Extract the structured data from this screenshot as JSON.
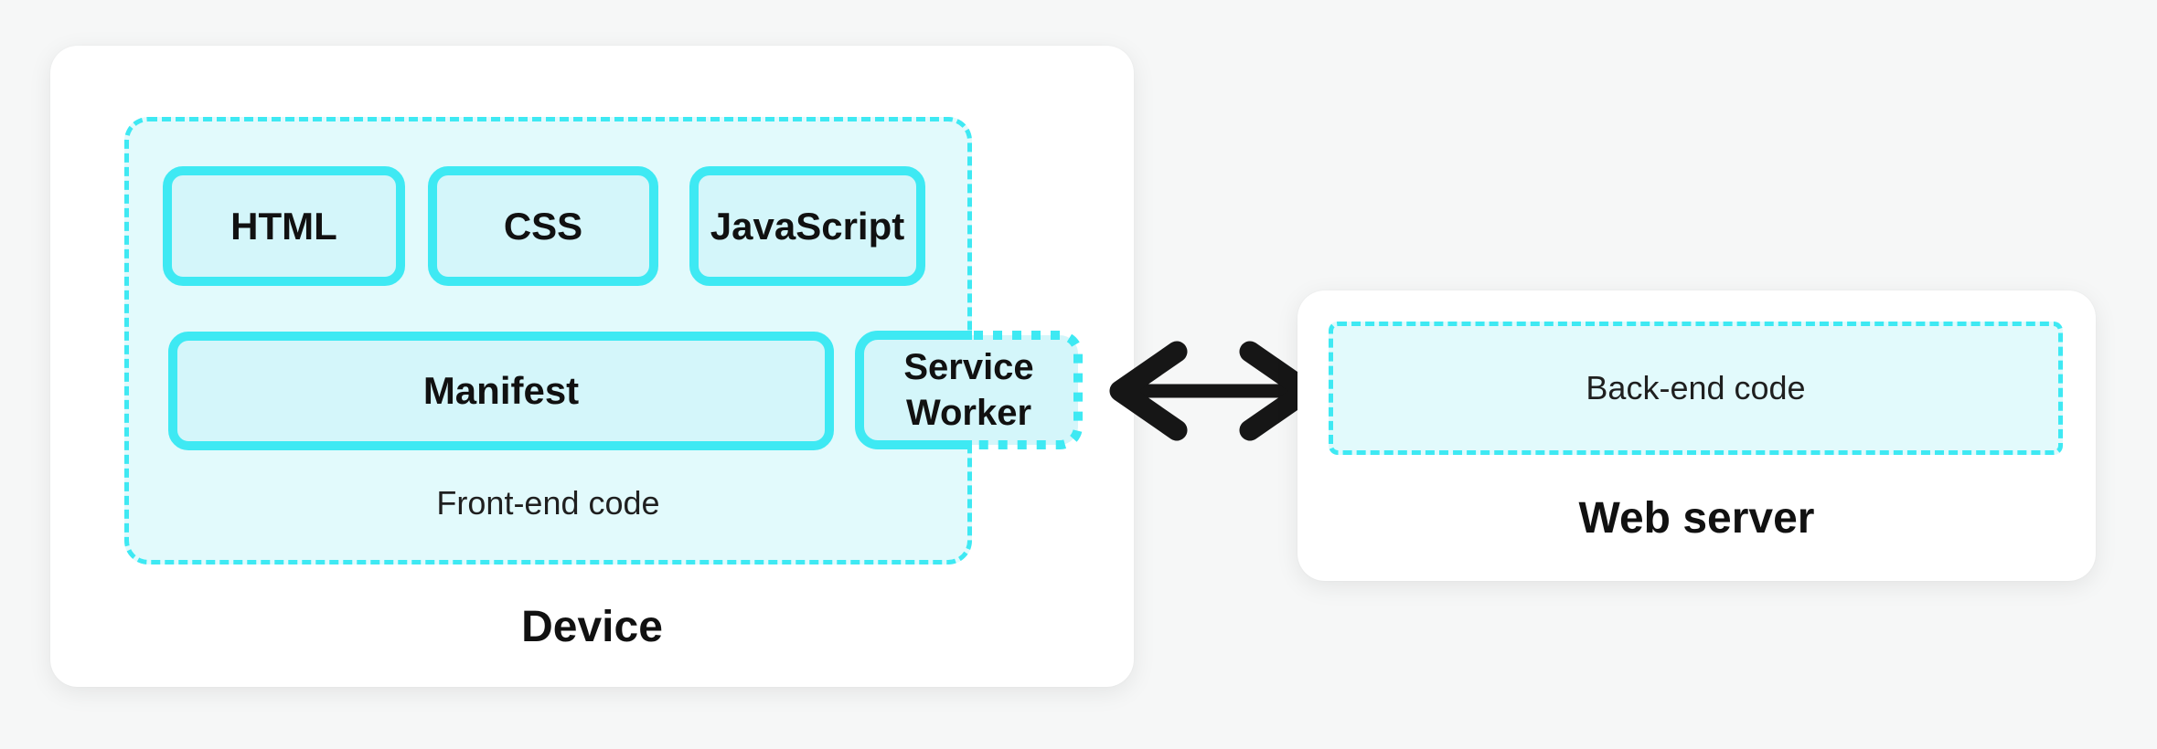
{
  "device": {
    "title": "Device",
    "frontend_label": "Front-end code",
    "boxes": {
      "html": "HTML",
      "css": "CSS",
      "javascript": "JavaScript",
      "manifest": "Manifest",
      "service_worker": "Service Worker"
    }
  },
  "server": {
    "title": "Web server",
    "backend_label": "Back-end code"
  },
  "icons": {
    "arrow": "bidirectional-arrow"
  },
  "colors": {
    "page_bg": "#f6f7f7",
    "card_bg": "#ffffff",
    "accent": "#3ee9f3",
    "container_fill": "#e2fafc",
    "box_fill": "#d4f6fa",
    "text": "#111111",
    "label_text": "#1f1f1f",
    "arrow_color": "#161616"
  }
}
